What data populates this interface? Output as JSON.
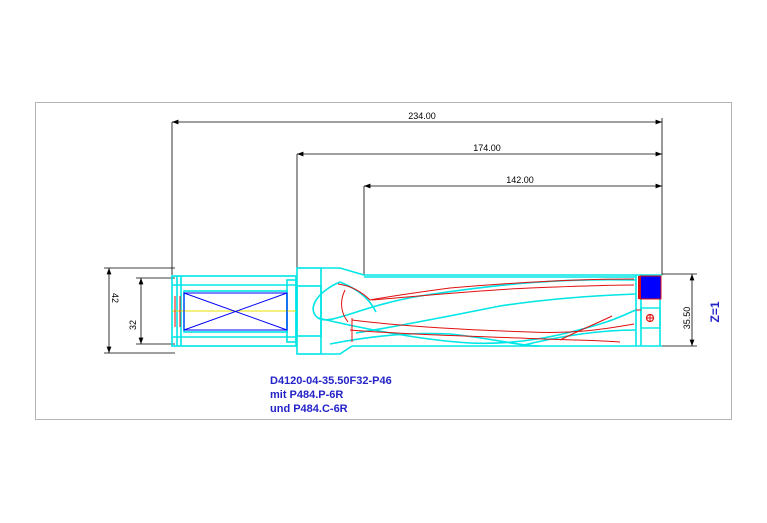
{
  "drawing": {
    "dimensions": {
      "overall_length": "234.00",
      "mid_length": "174.00",
      "flute_length": "142.00",
      "shank_outer_diameter": "42",
      "shank_diameter": "32",
      "drill_diameter": "35.50"
    },
    "teeth": "Z=1",
    "part_number": "D4120-04-35.50F32-P46",
    "insert_line_1": "mit P484.P-6R",
    "insert_line_2": "und P484.C-6R"
  },
  "colors": {
    "outline": "#00e5e5",
    "flute": "#e01010",
    "dimension": "#000000",
    "label": "#2323c8",
    "insert": "#0000ff",
    "center_line": "#e8e000"
  }
}
